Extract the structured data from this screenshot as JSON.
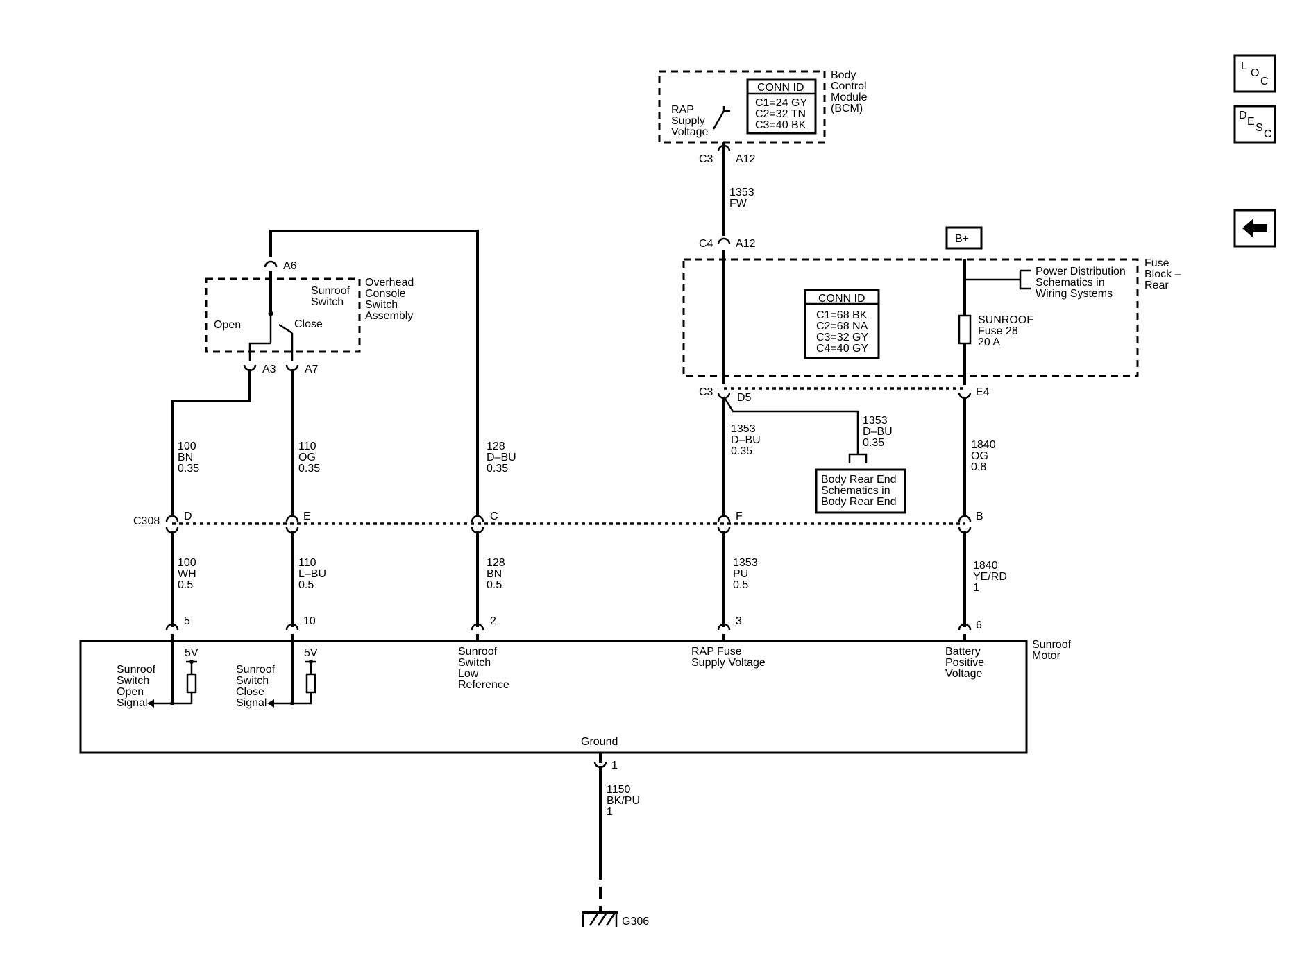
{
  "nav": {
    "loc_letters": [
      "L",
      "O",
      "C"
    ],
    "desc_letters": [
      "D",
      "E",
      "S",
      "C"
    ],
    "back_icon": "left-arrow-icon"
  },
  "bcm": {
    "name_lines": [
      "Body",
      "Control",
      "Module",
      "(BCM)"
    ],
    "conn_id_title": "CONN ID",
    "conn_ids": [
      "C1=24 GY",
      "C2=32 TN",
      "C3=40 BK"
    ],
    "rap_lines": [
      "RAP",
      "Supply",
      "Voltage"
    ]
  },
  "wires": {
    "w1353_fw": [
      "1353",
      "FW"
    ],
    "w1353_dbu_main": [
      "1353",
      "D–BU",
      "0.35"
    ],
    "w1353_dbu_branch": [
      "1353",
      "D–BU",
      "0.35"
    ],
    "w1353_pu": [
      "1353",
      "PU",
      "0.5"
    ],
    "w1840_og": [
      "1840",
      "OG",
      "0.8"
    ],
    "w1840_yerd": [
      "1840",
      "YE/RD",
      "1"
    ],
    "w100_bn": [
      "100",
      "BN",
      "0.35"
    ],
    "w100_wh": [
      "100",
      "WH",
      "0.5"
    ],
    "w110_og": [
      "110",
      "OG",
      "0.35"
    ],
    "w110_lbu": [
      "110",
      "L–BU",
      "0.5"
    ],
    "w128_dbu": [
      "128",
      "D–BU",
      "0.35"
    ],
    "w128_bn": [
      "128",
      "BN",
      "0.5"
    ],
    "w1150": [
      "1150",
      "BK/PU",
      "1"
    ]
  },
  "connectors": {
    "c3": "C3",
    "c4": "C4",
    "c308": "C308",
    "a12_top": "A12",
    "a12_c4": "A12",
    "a6": "A6",
    "a3": "A3",
    "a7": "A7",
    "d5": "D5",
    "e4": "E4",
    "c308_d": "D",
    "c308_e": "E",
    "c308_c": "C",
    "c308_f": "F",
    "c308_b": "B",
    "pin5": "5",
    "pin10": "10",
    "pin2": "2",
    "pin3": "3",
    "pin6": "6",
    "pin1": "1"
  },
  "fuse_block": {
    "name_lines": [
      "Fuse",
      "Block –",
      "Rear"
    ],
    "b_plus": "B+",
    "conn_id_title": "CONN ID",
    "conn_ids": [
      "C1=68 BK",
      "C2=68 NA",
      "C3=32 GY",
      "C4=40 GY"
    ],
    "fuse_lines": [
      "SUNROOF",
      "Fuse 28",
      "20 A"
    ],
    "power_dist_lines": [
      "Power Distribution",
      "Schematics in",
      "Wiring Systems"
    ]
  },
  "body_rear_end": {
    "lines": [
      "Body Rear End",
      "Schematics in",
      "Body Rear End"
    ]
  },
  "overhead_console": {
    "name_lines": [
      "Overhead",
      "Console",
      "Switch",
      "Assembly"
    ],
    "sunroof_switch_lines": [
      "Sunroof",
      "Switch"
    ],
    "open": "Open",
    "close": "Close"
  },
  "sunroof_motor": {
    "name_lines": [
      "Sunroof",
      "Motor"
    ],
    "open_signal_lines": [
      "Sunroof",
      "Switch",
      "Open",
      "Signal"
    ],
    "close_signal_lines": [
      "Sunroof",
      "Switch",
      "Close",
      "Signal"
    ],
    "v5_open": "5V",
    "v5_close": "5V",
    "low_ref_lines": [
      "Sunroof",
      "Switch",
      "Low",
      "Reference"
    ],
    "rap_fuse_lines": [
      "RAP Fuse",
      "Supply Voltage"
    ],
    "batt_lines": [
      "Battery",
      "Positive",
      "Voltage"
    ],
    "ground": "Ground"
  },
  "ground_id": "G306"
}
